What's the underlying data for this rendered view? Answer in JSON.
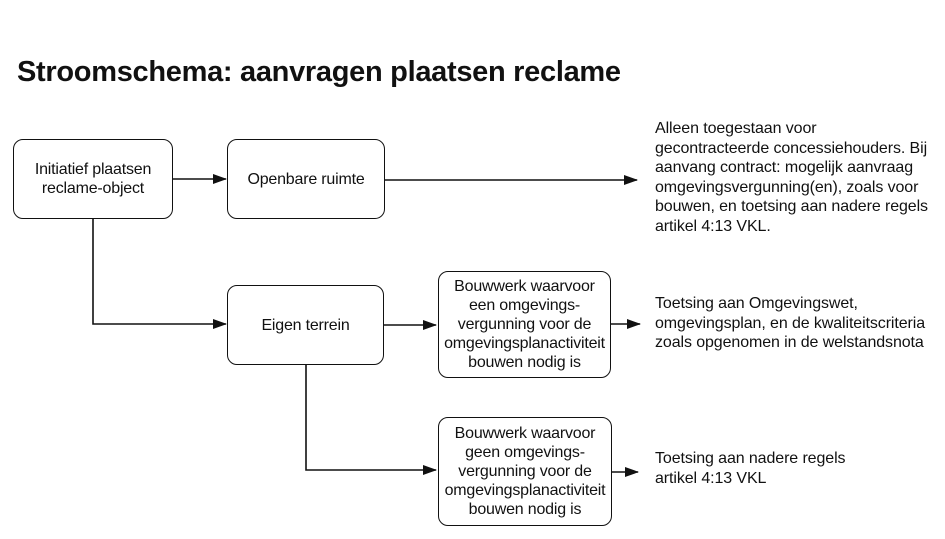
{
  "page": {
    "background_color": "#ffffff",
    "line_color": "#111111"
  },
  "title": "Stroomschema: aanvragen plaatsen reclame",
  "flowchart": {
    "nodes": [
      {
        "id": "initiatief",
        "label": "Initiatief plaatsen\nreclame-object"
      },
      {
        "id": "openbare-ruimte",
        "label": "Openbare ruimte"
      },
      {
        "id": "eigen-terrein",
        "label": "Eigen terrein"
      },
      {
        "id": "bouwwerk-met-vergunning",
        "label": "Bouwwerk waarvoor\neen omgevings-\nvergunning voor de\nomgevingsplanactiviteit\nbouwen nodig is"
      },
      {
        "id": "bouwwerk-zonder-vergunning",
        "label": "Bouwwerk waarvoor\ngeen omgevings-\nvergunning voor de\nomgevingsplanactiviteit\nbouwen nodig is"
      }
    ],
    "annotations": [
      {
        "id": "openbare-ruimte-uitkomst",
        "text": "Alleen toegestaan voor\ngecontracteerde concessiehouders. Bij\naanvang contract: mogelijk aanvraag\nomgevingsvergunning(en), zoals voor\nbouwen, en toetsing aan nadere regels\nartikel 4:13 VKL."
      },
      {
        "id": "met-vergunning-uitkomst",
        "text": "Toetsing aan Omgevingswet,\nomgevingsplan, en de kwaliteitscriteria\nzoals opgenomen in de welstandsnota"
      },
      {
        "id": "zonder-vergunning-uitkomst",
        "text": "Toetsing aan nadere regels\nartikel 4:13 VKL"
      }
    ],
    "edges": [
      {
        "from": "initiatief",
        "to": "openbare-ruimte"
      },
      {
        "from": "openbare-ruimte",
        "to": "openbare-ruimte-uitkomst"
      },
      {
        "from": "initiatief",
        "to": "eigen-terrein"
      },
      {
        "from": "eigen-terrein",
        "to": "bouwwerk-met-vergunning"
      },
      {
        "from": "bouwwerk-met-vergunning",
        "to": "met-vergunning-uitkomst"
      },
      {
        "from": "eigen-terrein",
        "to": "bouwwerk-zonder-vergunning"
      },
      {
        "from": "bouwwerk-zonder-vergunning",
        "to": "zonder-vergunning-uitkomst"
      }
    ]
  }
}
